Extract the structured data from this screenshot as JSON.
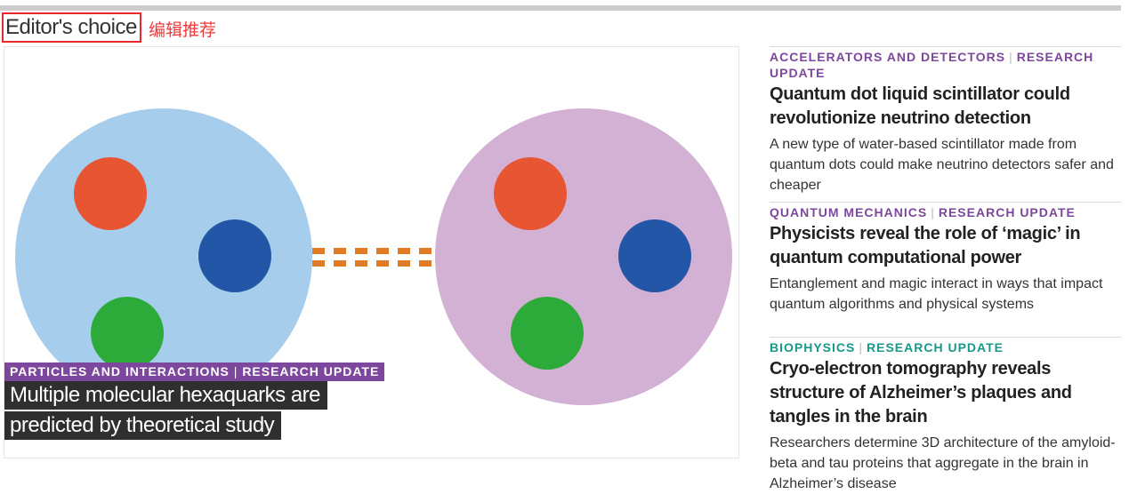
{
  "section": {
    "title": "Editor's choice",
    "annotation": "编辑推荐"
  },
  "featured": {
    "category": "PARTICLES AND INTERACTIONS",
    "type": "RESEARCH UPDATE",
    "headline_line1": "Multiple molecular hexaquarks are",
    "headline_line2": "predicted by theoretical study"
  },
  "articles": [
    {
      "category": "ACCELERATORS AND DETECTORS",
      "type": "RESEARCH UPDATE",
      "color": "#7c479c",
      "title": "Quantum dot liquid scintillator could revolutionize neutrino detection",
      "desc": "A new type of water-based scintillator made from quantum dots could make neutrino detectors safer and cheaper"
    },
    {
      "category": "QUANTUM MECHANICS",
      "type": "RESEARCH UPDATE",
      "color": "#7c479c",
      "title": "Physicists reveal the role of ‘magic’ in quantum computational power",
      "desc": "Entanglement and magic interact in ways that impact quantum algorithms and physical systems"
    },
    {
      "category": "BIOPHYSICS",
      "type": "RESEARCH UPDATE",
      "color": "#17998a",
      "title": "Cryo-electron tomography reveals structure of Alzheimer’s plaques and tangles in the brain",
      "desc": "Researchers determine 3D architecture of the amyloid-beta and tau proteins that aggregate in the brain in Alzheimer’s disease"
    }
  ]
}
